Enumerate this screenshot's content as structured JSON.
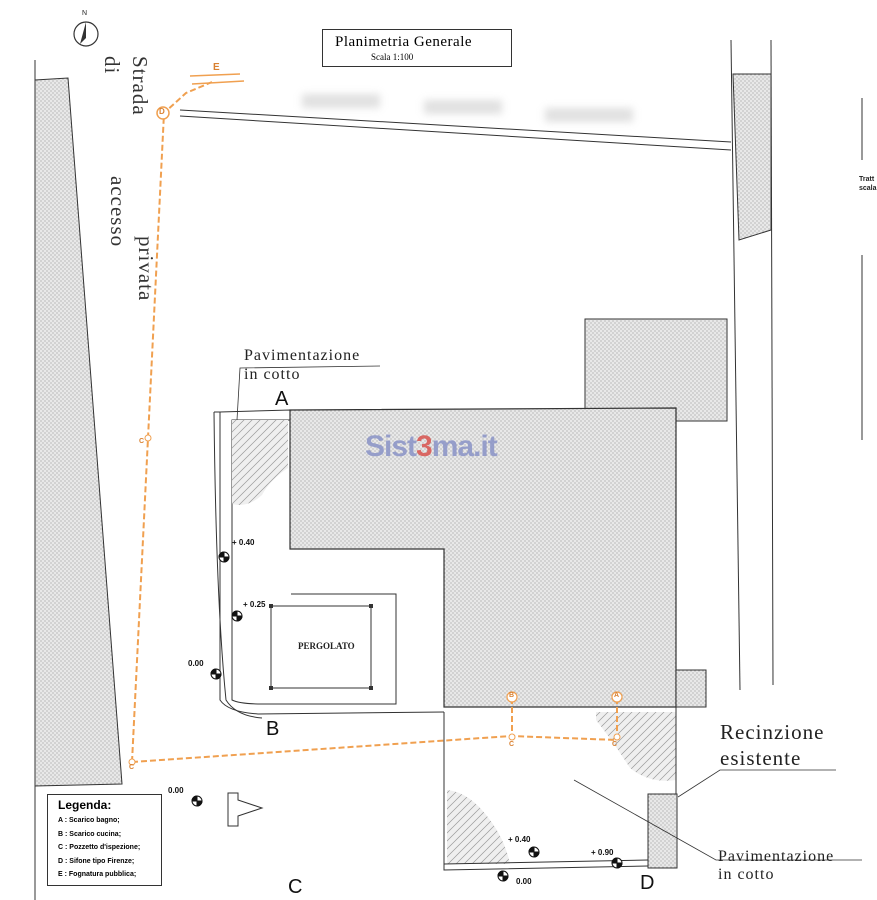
{
  "title_block": {
    "title": "Planimetria  Generale",
    "scale": "Scala  1:100"
  },
  "road_label": {
    "line1": "Strada",
    "line2": "di",
    "line3": "accesso",
    "line4": "privata"
  },
  "north": "N",
  "pavement_top": {
    "line1": "Pavimentazione",
    "line2": "in  cotto"
  },
  "pavement_bottom": {
    "line1": "Pavimentazione",
    "line2": "in  cotto"
  },
  "fence": {
    "line1": "Recinzione",
    "line2": "esistente"
  },
  "pergola": "PERGOLATO",
  "section_letters": {
    "a": "A",
    "b": "B",
    "c": "C",
    "d": "D"
  },
  "elevations": [
    "+ 0.40",
    "+ 0.25",
    "0.00",
    "0.00",
    "+ 0.40",
    "+ 0.90",
    "0.00"
  ],
  "manhole_labels": {
    "d": "D",
    "e": "E",
    "c": "C",
    "b": "B",
    "a": "A"
  },
  "legend": {
    "title": "Legenda:",
    "items": [
      "A : Scarico bagno;",
      "B : Scarico cucina;",
      "C : Pozzetto d'ispezione;",
      "D : Sifone tipo Firenze;",
      "E : Fognatura pubblica;"
    ]
  },
  "side_note": {
    "line1": "Tratt",
    "line2": "scala"
  },
  "watermark": {
    "before": "Sist",
    "mid": "3",
    "after": "ma.it"
  },
  "colors": {
    "drain": "#f0a050",
    "line": "#333333",
    "hatch": "#d8d8d8"
  }
}
